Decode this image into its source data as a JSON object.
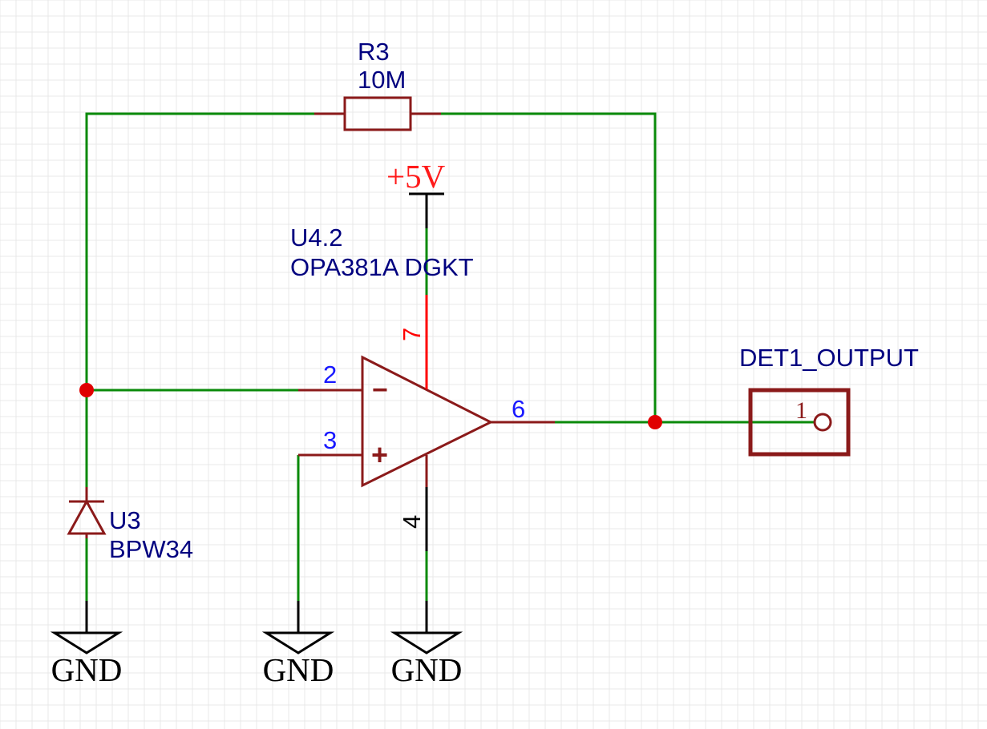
{
  "colors": {
    "background": "#ffffff",
    "grid": "#e8e8e8",
    "wire": "#0a8a0a",
    "component": "#8b1a1a",
    "designator_text": "#00007f",
    "pin_number": "#1818ff",
    "power_pin": "#ff0000",
    "power_label": "#ff1a1a",
    "junction": "#e00000",
    "ground": "#000000"
  },
  "components": {
    "resistor": {
      "designator": "R3",
      "value": "10M"
    },
    "opamp": {
      "designator": "U4.2",
      "value": "OPA381A DGKT",
      "pins": {
        "inverting": "2",
        "non_inverting": "3",
        "output": "6",
        "vplus": "7",
        "vminus": "4"
      },
      "inverting_symbol": "−",
      "non_inverting_symbol": "+"
    },
    "photodiode": {
      "designator": "U3",
      "value": "BPW34"
    },
    "connector": {
      "designator": "DET1_OUTPUT",
      "pin": "1"
    }
  },
  "power": {
    "vcc_label": "+5V"
  },
  "grounds": [
    {
      "label": "GND"
    },
    {
      "label": "GND"
    },
    {
      "label": "GND"
    }
  ]
}
